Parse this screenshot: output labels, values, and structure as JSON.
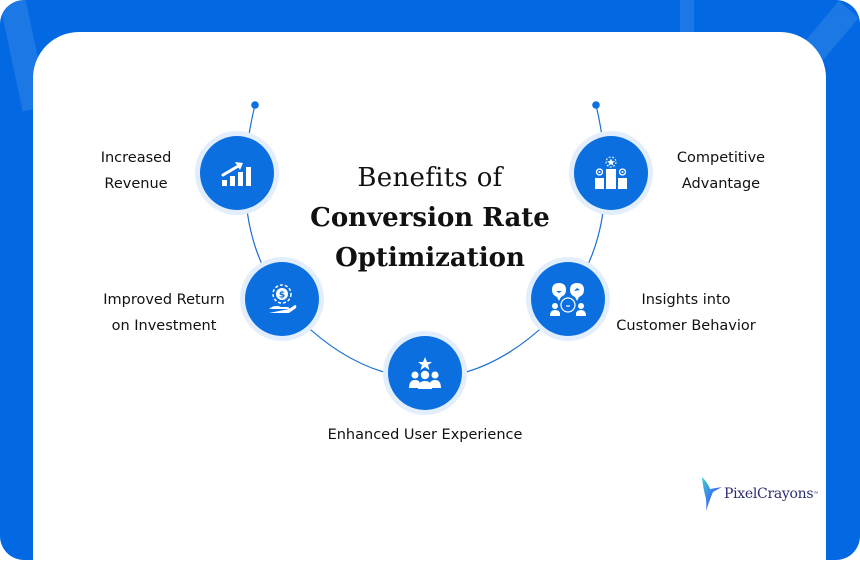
{
  "title": {
    "line1": "Benefits of",
    "line2": "Conversion Rate",
    "line3": "Optimization"
  },
  "benefits": [
    {
      "line1": "Increased",
      "line2": "Revenue",
      "icon": "bar-chart-growth-icon"
    },
    {
      "line1": "Improved Return",
      "line2": "on Investment",
      "icon": "hand-money-cycle-icon"
    },
    {
      "line1": "Enhanced User Experience",
      "line2": "",
      "icon": "users-star-icon"
    },
    {
      "line1": "Insights into",
      "line2": "Customer Behavior",
      "icon": "customer-thoughts-icon"
    },
    {
      "line1": "Competitive",
      "line2": "Advantage",
      "icon": "podium-star-icon"
    }
  ],
  "brand": {
    "name": "PixelCrayons",
    "tm": "™"
  },
  "colors": {
    "frame": "#0369e3",
    "node": "#0b6fe0",
    "node_ring": "#e3eefc",
    "connector": "#1a6fd6",
    "text": "#111111"
  }
}
